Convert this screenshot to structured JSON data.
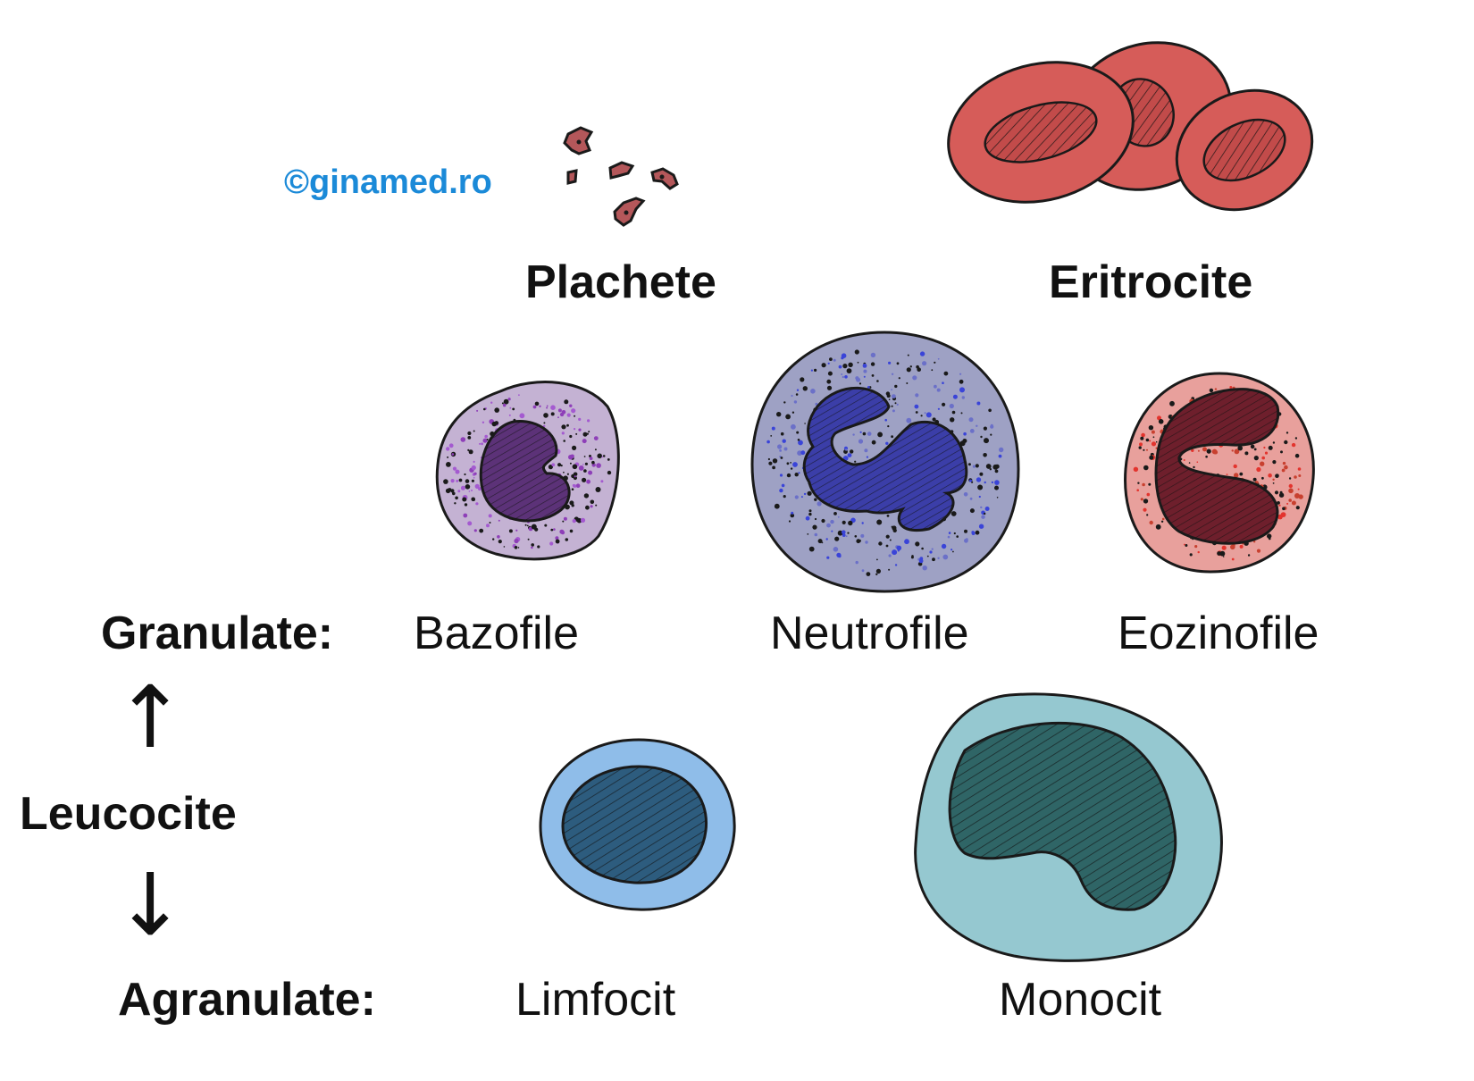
{
  "watermark": "©ginamed.ro",
  "top_labels": {
    "platelets": "Plachete",
    "erythrocytes": "Eritrocite"
  },
  "left": {
    "granulate": "Granulate:",
    "leucocite": "Leucocite",
    "agranulate": "Agranulate:",
    "arrow_up": "↑",
    "arrow_down": "↓"
  },
  "cells": {
    "bazofile": "Bazofile",
    "neutrofile": "Neutrofile",
    "eozinofile": "Eozinofile",
    "limfocit": "Limfocit",
    "monocit": "Monocit"
  },
  "colors": {
    "outline": "#1a1a1a",
    "platelet": "#b4575a",
    "erythrocyte": "#d65c59",
    "basophil_cyto": "#c4b2d3",
    "basophil_nucleus": "#5c3278",
    "neutrophil_cyto": "#9ea1c4",
    "neutrophil_nucleus": "#3b3ea8",
    "eosinophil_cyto": "#e8a09c",
    "eosinophil_nucleus": "#6e1f2c",
    "lymphocyte_cyto": "#8fbde9",
    "lymphocyte_nucleus": "#2d5c7e",
    "monocyte_cyto": "#95c8d0",
    "monocyte_nucleus": "#2f6566",
    "watermark": "#1b8ad8"
  }
}
